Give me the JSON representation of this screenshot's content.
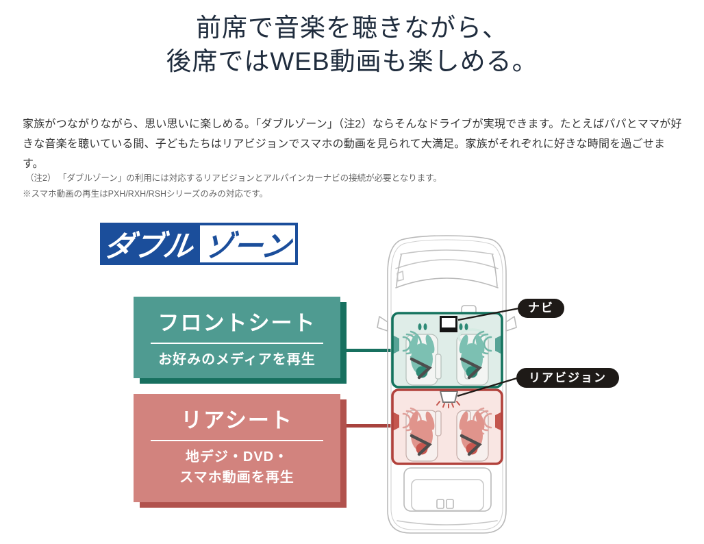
{
  "heading": {
    "line1": "前席で音楽を聴きながら、",
    "line2": "後席ではWEB動画も楽しめる。"
  },
  "intro": {
    "text": "家族がつながりながら、思い思いに楽しめる。「ダブルゾーン」（注2）ならそんなドライブが実現できます。たとえばパパとママが好きな音楽を聴いている間、子どもたちはリアビジョンでスマホの動画を見られて大満足。家族がそれぞれに好きな時間を過ごせます。"
  },
  "notes": {
    "note1": "（注2） 「ダブルゾーン」の利用には対応するリアビジョンとアルパインカーナビの接続が必要となります。",
    "note2": "※スマホ動画の再生はPXH/RXH/RSHシリーズのみの対応です。"
  },
  "logo": {
    "part1": "ダブル",
    "part2": "ゾーン"
  },
  "front_panel": {
    "title": "フロントシート",
    "subtitle": "お好みのメディアを再生"
  },
  "rear_panel": {
    "title": "リアシート",
    "subtitle_line1": "地デジ・DVD・",
    "subtitle_line2": "スマホ動画を再生"
  },
  "car_labels": {
    "navi": "ナビ",
    "rear_vision": "リアビジョン"
  },
  "colors": {
    "brand_blue": "#1b4e9b",
    "heading_text": "#1f2c3d",
    "front_panel_face": "#4f9b91",
    "front_panel_shadow": "#17705f",
    "rear_panel_face": "#d2837e",
    "rear_panel_shadow": "#b1524d",
    "front_zone_border": "#14735e",
    "rear_zone_border": "#b2423c",
    "label_pill_bg": "#1e1a17"
  }
}
